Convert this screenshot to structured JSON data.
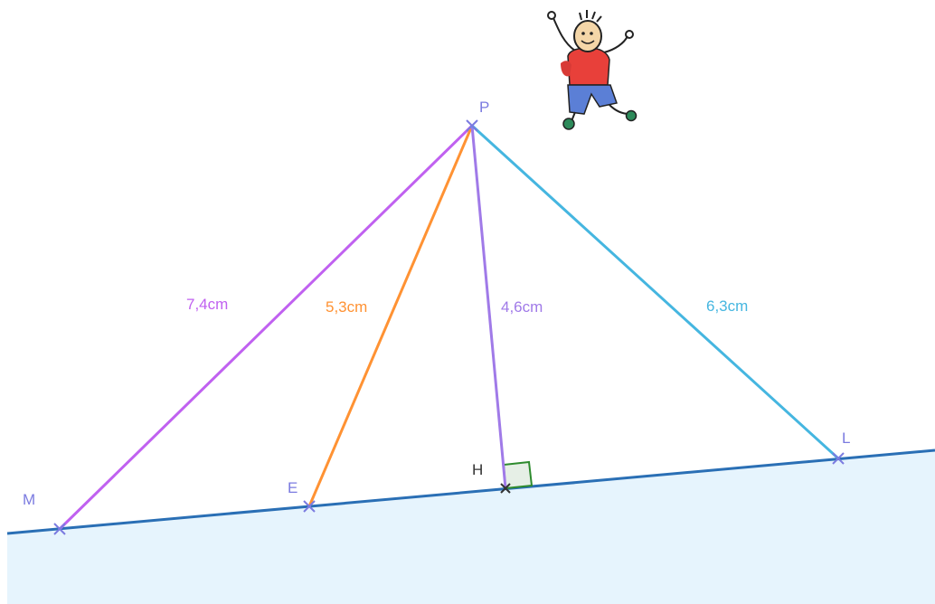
{
  "points": {
    "P": {
      "label": "P",
      "color": "#7b7be0"
    },
    "M": {
      "label": "M",
      "color": "#7b7be0"
    },
    "E": {
      "label": "E",
      "color": "#7b7be0"
    },
    "H": {
      "label": "H",
      "color": "#333333"
    },
    "L": {
      "label": "L",
      "color": "#7b7be0"
    }
  },
  "segments": {
    "PM": {
      "length_label": "7,4cm",
      "color": "#c061f0"
    },
    "PE": {
      "length_label": "5,3cm",
      "color": "#ff9233"
    },
    "PH": {
      "length_label": "4,6cm",
      "color": "#a07ae8"
    },
    "PL": {
      "length_label": "6,3cm",
      "color": "#45b6e0"
    }
  },
  "ground_line_color": "#2a6fb5",
  "ground_fill_color": "#e6f4fd",
  "right_angle_color": "#2e8b2e",
  "decoration": {
    "name": "jumping-kid-drawing"
  }
}
